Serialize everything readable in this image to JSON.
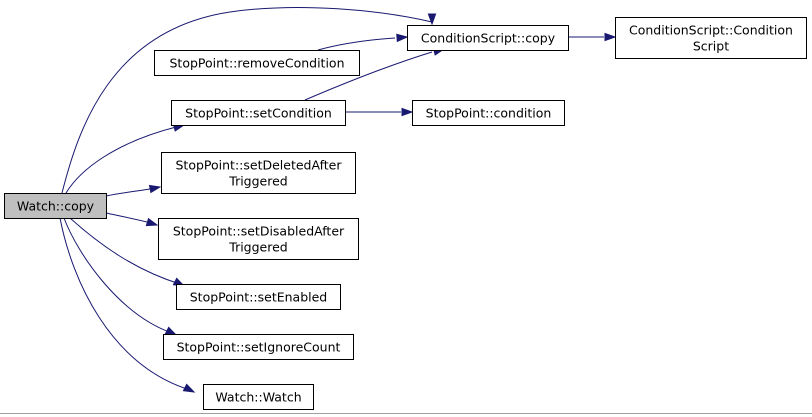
{
  "graph": {
    "nodes": {
      "watch_copy": {
        "lines": [
          "Watch::copy"
        ],
        "fill": "#bfbfbf"
      },
      "condscript_copy": {
        "lines": [
          "ConditionScript::copy"
        ],
        "fill": "#ffffff"
      },
      "condscript_ctor": {
        "lines": [
          "ConditionScript::Condition",
          "Script"
        ],
        "fill": "#ffffff"
      },
      "remove_condition": {
        "lines": [
          "StopPoint::removeCondition"
        ],
        "fill": "#ffffff"
      },
      "set_condition": {
        "lines": [
          "StopPoint::setCondition"
        ],
        "fill": "#ffffff"
      },
      "condition": {
        "lines": [
          "StopPoint::condition"
        ],
        "fill": "#ffffff"
      },
      "set_deleted": {
        "lines": [
          "StopPoint::setDeletedAfter",
          "Triggered"
        ],
        "fill": "#ffffff"
      },
      "set_disabled": {
        "lines": [
          "StopPoint::setDisabledAfter",
          "Triggered"
        ],
        "fill": "#ffffff"
      },
      "set_enabled": {
        "lines": [
          "StopPoint::setEnabled"
        ],
        "fill": "#ffffff"
      },
      "set_ignore": {
        "lines": [
          "StopPoint::setIgnoreCount"
        ],
        "fill": "#ffffff"
      },
      "watch_ctor": {
        "lines": [
          "Watch::Watch"
        ],
        "fill": "#ffffff"
      }
    },
    "edges": [
      {
        "from": "watch_copy",
        "to": "condscript_copy"
      },
      {
        "from": "watch_copy",
        "to": "set_condition"
      },
      {
        "from": "watch_copy",
        "to": "set_deleted"
      },
      {
        "from": "watch_copy",
        "to": "set_disabled"
      },
      {
        "from": "watch_copy",
        "to": "set_enabled"
      },
      {
        "from": "watch_copy",
        "to": "set_ignore"
      },
      {
        "from": "watch_copy",
        "to": "watch_ctor"
      },
      {
        "from": "condscript_copy",
        "to": "condscript_ctor"
      },
      {
        "from": "remove_condition",
        "to": "condscript_copy"
      },
      {
        "from": "set_condition",
        "to": "condscript_copy"
      },
      {
        "from": "set_condition",
        "to": "condition"
      }
    ],
    "edge_color": "#191970"
  }
}
